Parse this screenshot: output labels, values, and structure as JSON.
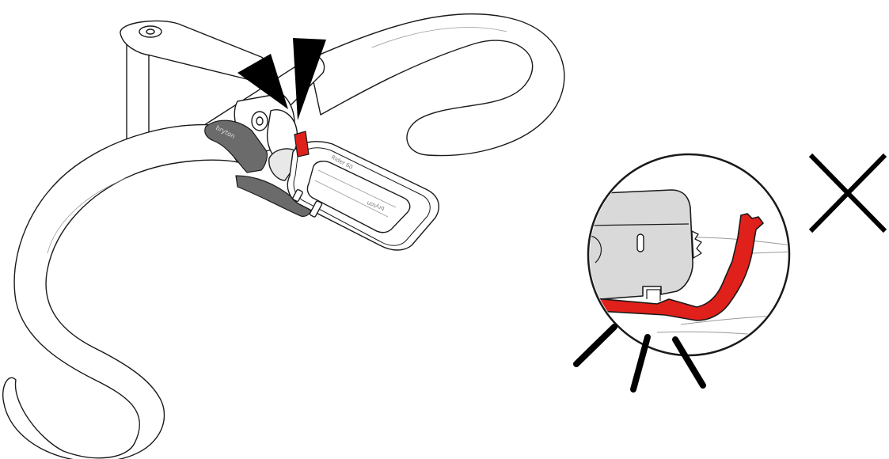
{
  "device": {
    "model_label": "Rider 60",
    "brand_label": "bryton",
    "strap_label": "bryton"
  },
  "colors": {
    "stroke": "#1a1a1a",
    "light_stroke": "#9a9a9a",
    "accent_red": "#e0201b",
    "strap_gray": "#6b6b6b",
    "mount_gray": "#d9d9d9",
    "background": "#ffffff"
  },
  "indicators": {
    "incorrect": "x-mark",
    "breaking": "crack-lines"
  }
}
